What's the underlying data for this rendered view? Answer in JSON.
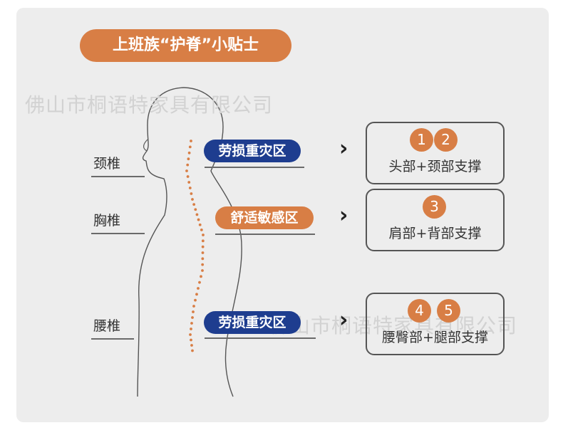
{
  "title": "上班族“护脊”小贴士",
  "watermark": "佛山市桐语特家具有限公司",
  "spine_labels": {
    "neck": "颈椎",
    "chest": "胸椎",
    "waist": "腰椎"
  },
  "zones": {
    "neck": "劳损重灾区",
    "chest": "舒适敏感区",
    "waist": "劳损重灾区"
  },
  "chevron": "›",
  "boxes": [
    {
      "numbers": [
        "1",
        "2"
      ],
      "text": "头部+颈部支撑"
    },
    {
      "numbers": [
        "3"
      ],
      "text": "肩部+背部支撑"
    },
    {
      "numbers": [
        "4",
        "5"
      ],
      "text": "腰臀部+腿部支撑"
    }
  ],
  "colors": {
    "orange": "#d87e45",
    "blue": "#1e3d8f",
    "background": "#ededed"
  }
}
